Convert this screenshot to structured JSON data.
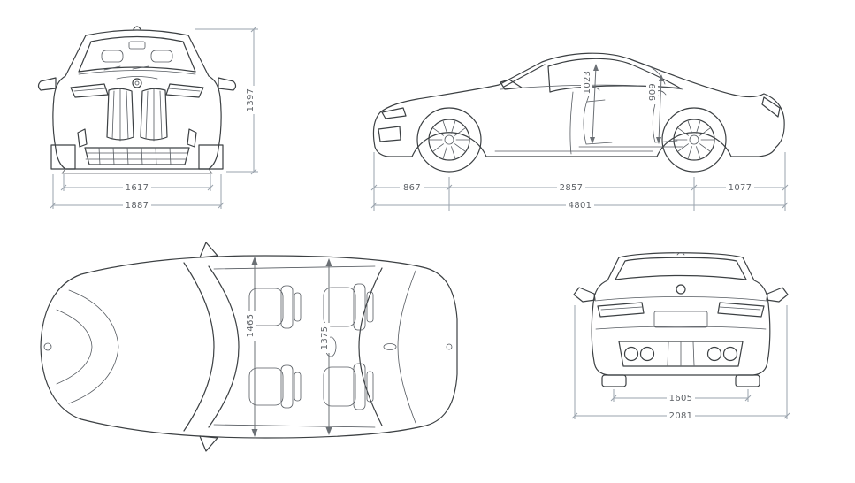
{
  "page": {
    "background_color": "#ffffff",
    "car_line_color": "#3c4043",
    "dimension_line_color": "#9aa3ad",
    "dimension_text_color": "#5f6368"
  },
  "views": {
    "front": {
      "height_mm": "1397",
      "track_width_mm": "1617",
      "overall_width_mm": "1887"
    },
    "side": {
      "front_headroom_mm": "1023",
      "rear_headroom_mm": "909",
      "front_overhang_mm": "867",
      "wheelbase_mm": "2857",
      "rear_overhang_mm": "1077",
      "overall_length_mm": "4801"
    },
    "top": {
      "front_interior_width_mm": "1465",
      "rear_interior_width_mm": "1375"
    },
    "rear": {
      "track_width_mm": "1605",
      "overall_width_mm": "2081"
    }
  }
}
